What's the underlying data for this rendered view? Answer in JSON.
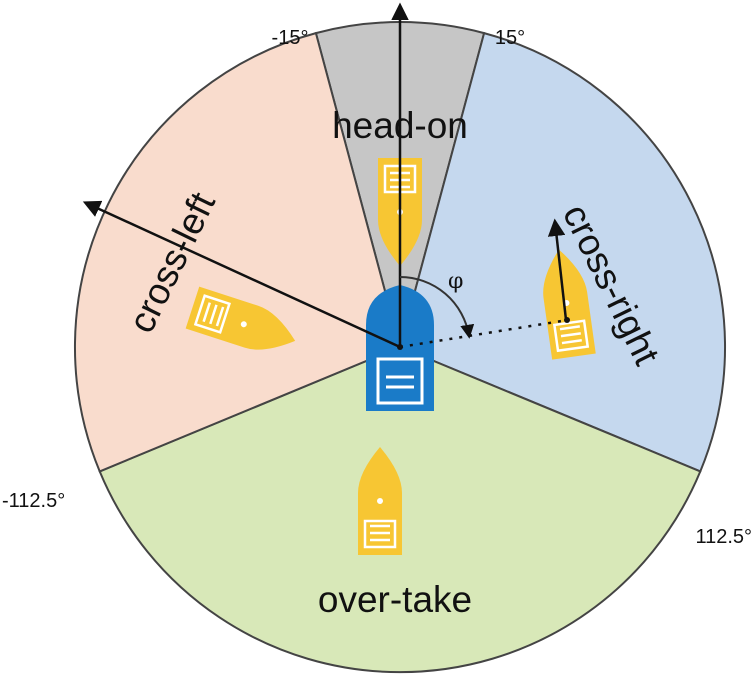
{
  "colors": {
    "head_on": "#c6c6c6",
    "cross_right": "#c5d8ee",
    "cross_left": "#f9dccd",
    "over_take": "#d8e8b8",
    "own_ship": "#1a7bc8",
    "target_ship": "#f7c633",
    "outline": "#444444"
  },
  "sectors": {
    "head_on": "head-on",
    "cross_right": "cross-right",
    "cross_left": "cross-left",
    "over_take": "over-take"
  },
  "angle_labels": {
    "minus_15": "-15°",
    "plus_15": "15°",
    "minus_112_5": "-112.5°",
    "plus_112_5": "112.5°"
  },
  "relative_bearing_symbol": "φ"
}
